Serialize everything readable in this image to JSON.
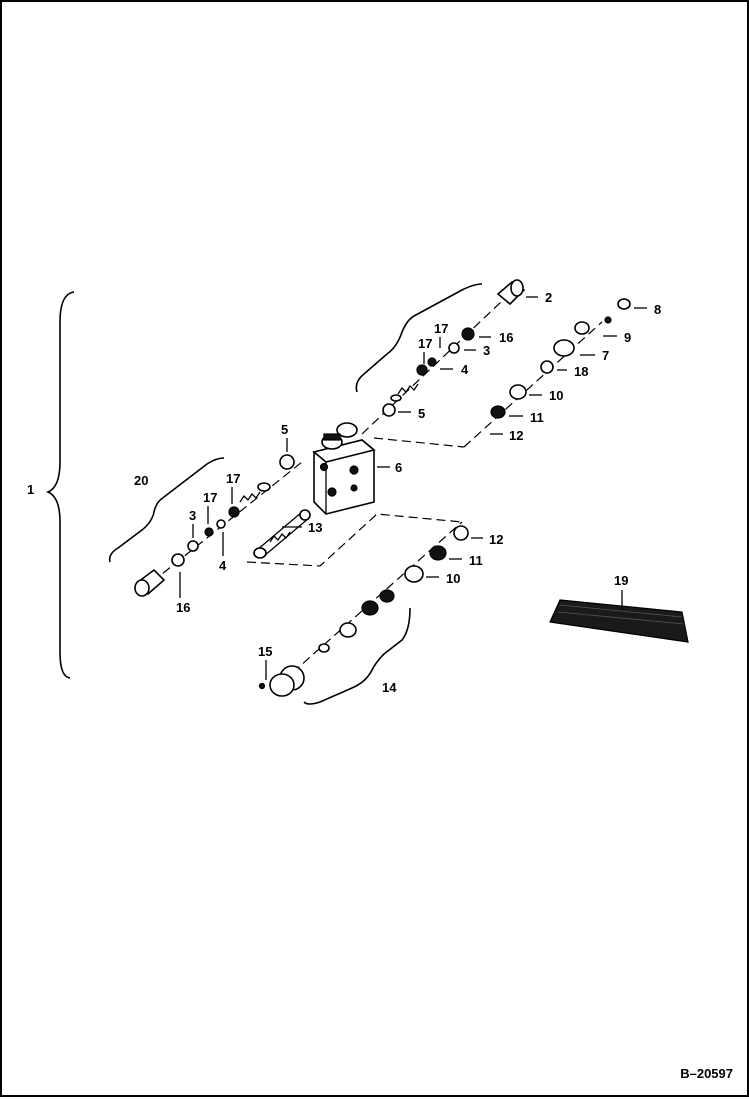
{
  "diagram": {
    "reference": "B–20597",
    "labels": {
      "l1": "1",
      "l2": "2",
      "l3a": "3",
      "l3b": "3",
      "l4a": "4",
      "l4b": "4",
      "l5a": "5",
      "l5b": "5",
      "l6": "6",
      "l7": "7",
      "l8": "8",
      "l9": "9",
      "l10a": "10",
      "l10b": "10",
      "l11a": "11",
      "l11b": "11",
      "l12a": "12",
      "l12b": "12",
      "l13": "13",
      "l14": "14",
      "l15": "15",
      "l16a": "16",
      "l16b": "16",
      "l17a": "17",
      "l17b": "17",
      "l17c": "17",
      "l18": "18",
      "l19": "19",
      "l20": "20"
    }
  }
}
